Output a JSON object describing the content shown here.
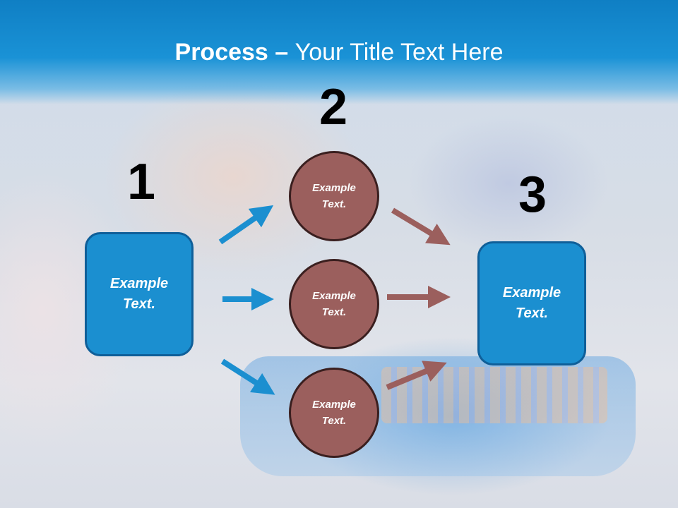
{
  "slide": {
    "title_bold": "Process",
    "title_separator": " – ",
    "title_rest": "Your Title Text Here"
  },
  "steps": {
    "one": {
      "number": "1",
      "text": "Example\nText."
    },
    "two": {
      "number": "2",
      "circles": [
        {
          "text": "Example\nText."
        },
        {
          "text": "Example\nText."
        },
        {
          "text": "Example\nText."
        }
      ]
    },
    "three": {
      "number": "3",
      "text": "Example\nText."
    }
  },
  "colors": {
    "header_blue": "#1a92d6",
    "box_blue": "#1b8fd0",
    "circle_brown": "#9b5f5d",
    "arrow_blue": "#1b8fd0",
    "arrow_brown": "#9b5f5d"
  }
}
